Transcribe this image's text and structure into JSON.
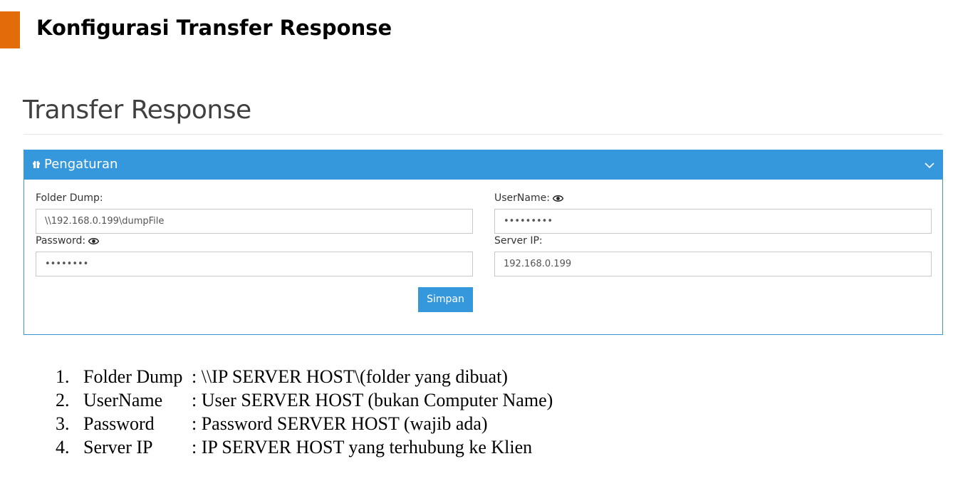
{
  "slide": {
    "title": "Konfigurasi Transfer Response",
    "accent_color": "#E36C0A"
  },
  "page": {
    "heading": "Transfer Response"
  },
  "panel": {
    "title": "Pengaturan",
    "header_color": "#3597DC",
    "icons": {
      "header": "gift-icon",
      "collapse": "chevron-down-icon",
      "reveal": "eye-icon"
    },
    "fields": {
      "folder_dump": {
        "label": "Folder Dump:",
        "value": "\\\\192.168.0.199\\dumpFile"
      },
      "username": {
        "label": "UserName:",
        "value": "•••••••••"
      },
      "password": {
        "label": "Password:",
        "value": "••••••••"
      },
      "server_ip": {
        "label": "Server IP:",
        "value": "192.168.0.199"
      }
    },
    "save_label": "Simpan"
  },
  "notes": [
    {
      "num": "1.",
      "term": "Folder Dump",
      "desc": ": \\\\IP SERVER HOST\\(folder yang dibuat)"
    },
    {
      "num": "2.",
      "term": "UserName",
      "desc": ": User SERVER HOST (bukan Computer Name)"
    },
    {
      "num": "3.",
      "term": "Password",
      "desc": ": Password SERVER HOST (wajib ada)"
    },
    {
      "num": "4.",
      "term": "Server IP",
      "desc": ": IP SERVER HOST yang terhubung ke Klien"
    }
  ]
}
